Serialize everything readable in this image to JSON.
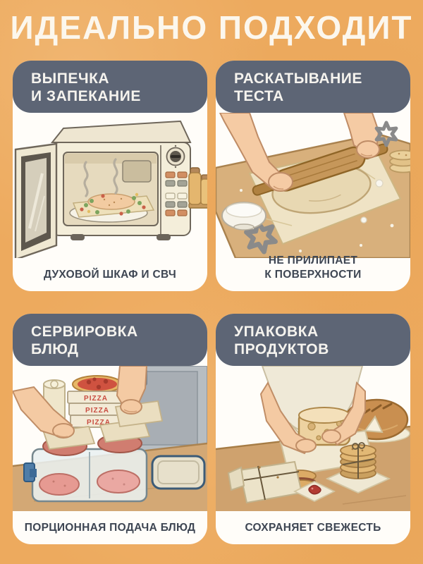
{
  "page": {
    "title": "ИДЕАЛЬНО ПОДХОДИТ",
    "background_color": "#edaa5e",
    "title_color": "#fcf7ed"
  },
  "colors": {
    "header_bg": "#5d6575",
    "card_bg": "#fffdf9",
    "caption_text": "#3e4653",
    "pizza_label": "#c94c40",
    "parchment": "#efe3c5",
    "wood": "#d8b07c",
    "skin": "#f5cba4"
  },
  "cards": [
    {
      "id": "baking",
      "header_line1": "ВЫПЕЧКА",
      "header_line2": "И ЗАПЕКАНИЕ",
      "caption_line1": "ДУХОВОЙ ШКАФ И СВЧ",
      "caption_line2": "",
      "illustration": "microwave-oven-with-dish-on-parchment"
    },
    {
      "id": "dough-rolling",
      "header_line1": "РАСКАТЫВАНИЕ",
      "header_line2": "ТЕСТА",
      "caption_line1": "НЕ ПРИЛИПАЕТ",
      "caption_line2": "К ПОВЕРХНОСТИ",
      "illustration": "hands-rolling-dough-on-parchment"
    },
    {
      "id": "serving",
      "header_line1": "СЕРВИРОВКА",
      "header_line2": "БЛЮД",
      "caption_line1": "ПОРЦИОННАЯ ПОДАЧА БЛЮД",
      "caption_line2": "",
      "illustration": "patties-layered-with-parchment-in-container",
      "pizza_box_label": "PIZZA"
    },
    {
      "id": "packaging",
      "header_line1": "УПАКОВКА",
      "header_line2": "ПРОДУКТОВ",
      "caption_line1": "СОХРАНЯЕТ СВЕЖЕСТЬ",
      "caption_line2": "",
      "illustration": "wrapping-bread-loaf-in-parchment"
    }
  ]
}
